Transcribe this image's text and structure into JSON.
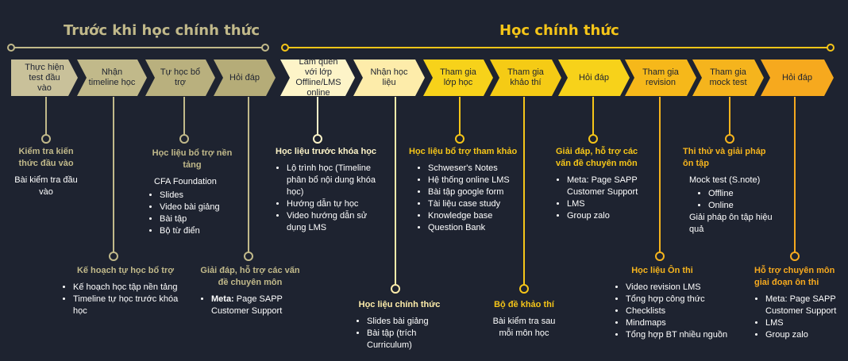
{
  "phases": {
    "pre": {
      "title": "Trước khi học chính thức",
      "color": "#c1b98a"
    },
    "main": {
      "title": "Học chính thức",
      "color": "#f5c518"
    }
  },
  "steps": [
    {
      "label": "Thực hiện test đầu vào",
      "color": "#c9c19a"
    },
    {
      "label": "Nhận timeline học",
      "color": "#c1b98a"
    },
    {
      "label": "Tự học bổ trợ",
      "color": "#b9b07e"
    },
    {
      "label": "Hỏi đáp",
      "color": "#b5ac78"
    },
    {
      "label": "Làm quen với lớp Offline/LMS online",
      "color": "#fdf4c8"
    },
    {
      "label": "Nhận học liệu",
      "color": "#fdecaa"
    },
    {
      "label": "Tham gia lớp học",
      "color": "#f7d21a"
    },
    {
      "label": "Tham gia khảo thí",
      "color": "#f5cb15"
    },
    {
      "label": "Hỏi đáp",
      "color": "#f7d21a"
    },
    {
      "label": "Tham gia revision",
      "color": "#f6b81a"
    },
    {
      "label": "Tham gia mock test",
      "color": "#f5b41d"
    },
    {
      "label": "Hỏi đáp",
      "color": "#f6a91e"
    }
  ],
  "blocks": {
    "b1": {
      "head": "Kiểm tra kiến thức đầu vào",
      "text": "Bài kiểm tra đầu vào"
    },
    "b2": {
      "head": "Kế hoạch tự học bổ trợ",
      "items": [
        "Kế hoạch học tập nền tảng",
        "Timeline tự học trước khóa học"
      ]
    },
    "b3": {
      "head": "Học liệu bổ trợ nền tảng",
      "sub": "CFA Foundation",
      "items": [
        "Slides",
        "Video bài giảng",
        "Bài tập",
        "Bộ từ điển"
      ]
    },
    "b4": {
      "head": "Giải đáp, hỗ trợ các vấn đề chuyên môn",
      "meta_label": "Meta:",
      "meta_text": " Page SAPP Customer Support"
    },
    "b5": {
      "head": "Học liệu trước khóa học",
      "items": [
        "Lộ trình học (Timeline phân bổ nội dung khóa học)",
        "Hướng dẫn tự học",
        "Video hướng dẫn sử dụng LMS"
      ]
    },
    "b6": {
      "head": "Học liệu chính thức",
      "items": [
        "Slides bài giảng",
        "Bài tập (trích Curriculum)"
      ]
    },
    "b7": {
      "head": "Học liệu bổ trợ tham khảo",
      "items": [
        "Schweser's Notes",
        "Hệ thống online LMS",
        "Bài tập google form",
        "Tài liệu case study",
        "Knowledge base",
        "Question Bank"
      ]
    },
    "b8": {
      "head": "Bộ đề khảo thí",
      "text": "Bài kiểm tra sau mỗi môn học"
    },
    "b9": {
      "head": "Giải đáp, hỗ trợ các vấn đề chuyên môn",
      "items": [
        "Meta: Page SAPP Customer Support",
        "LMS",
        "Group zalo"
      ]
    },
    "b10": {
      "head": "Học liệu Ôn thi",
      "items": [
        "Video revision LMS",
        "Tổng hợp công thức",
        "Checklists",
        "Mindmaps",
        "Tổng hợp BT nhiều nguồn"
      ]
    },
    "b11": {
      "head": "Thi thử và giải pháp ôn tập",
      "sub": "Mock test (S.note)",
      "subitems": [
        "Offline",
        "Online"
      ],
      "tail": "Giải pháp ôn tập hiệu quả"
    },
    "b12": {
      "head": "Hỗ trợ chuyên môn giai đoạn ôn thi",
      "items": [
        "Meta: Page SAPP Customer Support",
        "LMS",
        "Group zalo"
      ]
    }
  }
}
